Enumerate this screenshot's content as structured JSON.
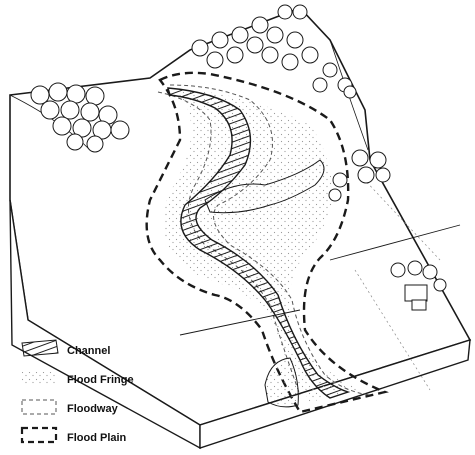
{
  "legend": {
    "items": [
      {
        "key": "channel",
        "label": "Channel"
      },
      {
        "key": "flood_fringe",
        "label": "Flood Fringe"
      },
      {
        "key": "floodway",
        "label": "Floodway"
      },
      {
        "key": "flood_plain",
        "label": "Flood Plain"
      }
    ]
  },
  "colors": {
    "ink": "#1a1a1a",
    "paper": "#ffffff",
    "stipple": "#9a9a9a"
  }
}
